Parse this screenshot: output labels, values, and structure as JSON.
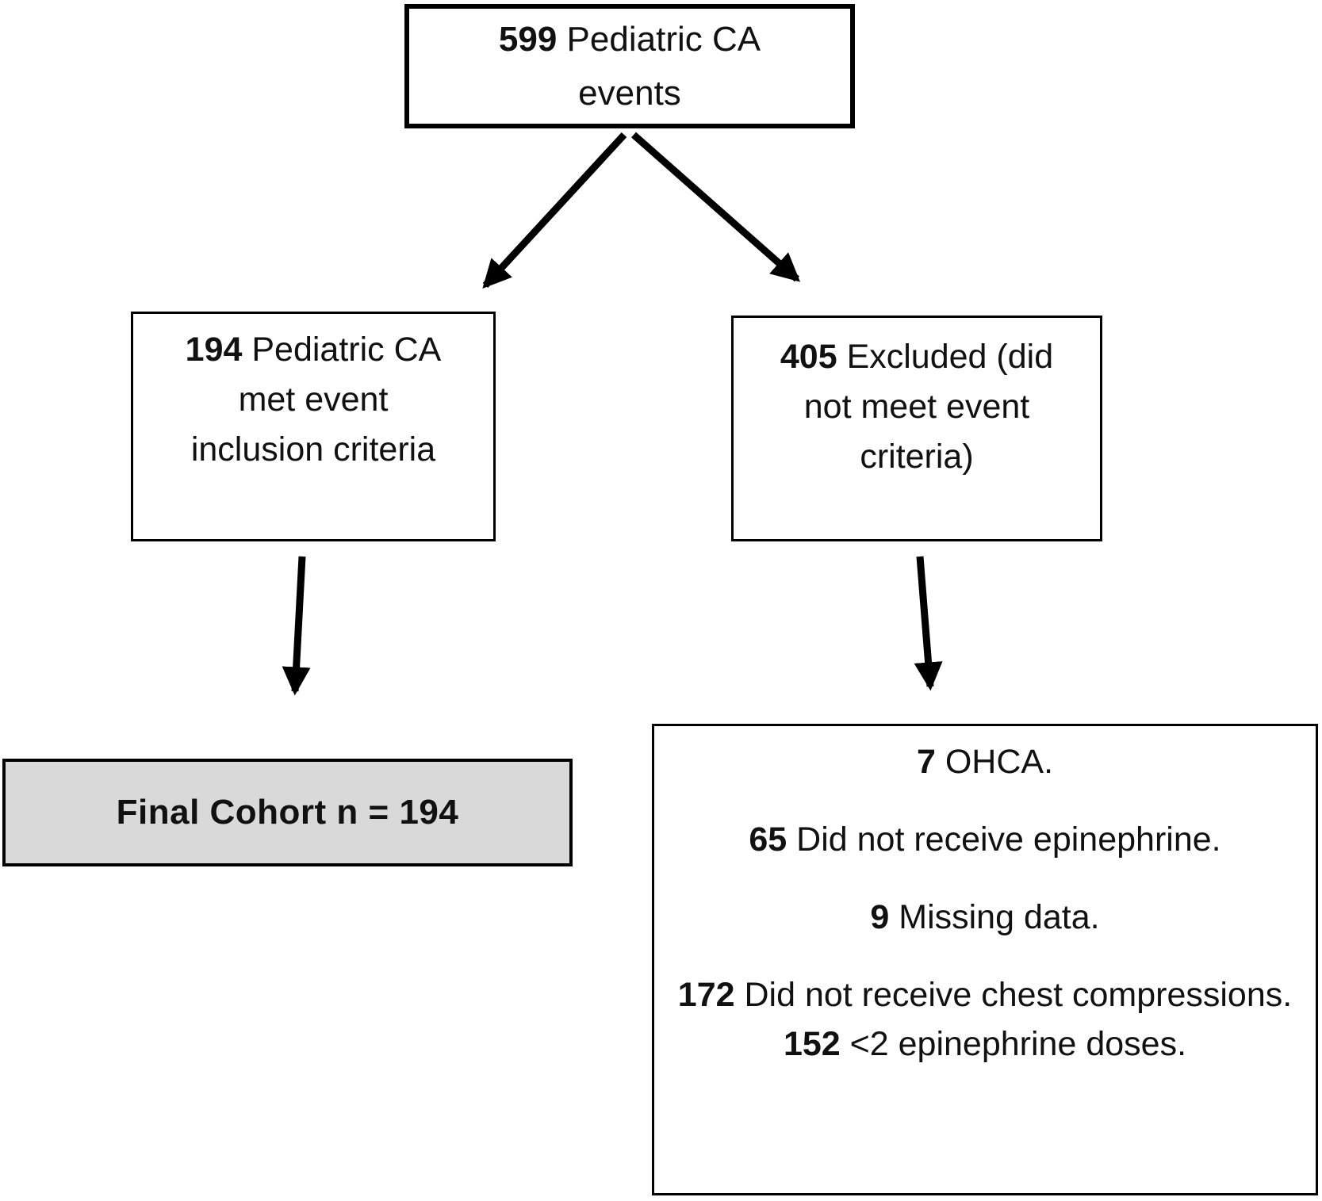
{
  "diagram": {
    "type": "cohort-flowchart",
    "nodes": {
      "total": {
        "lines": [
          {
            "b": "599",
            "t": " Pediatric CA"
          },
          {
            "b": "",
            "t": "events"
          }
        ]
      },
      "included": {
        "lines": [
          {
            "b": "194",
            "t": " Pediatric CA"
          },
          {
            "b": "",
            "t": "met event"
          },
          {
            "b": "",
            "t": "inclusion criteria"
          }
        ]
      },
      "excluded": {
        "lines": [
          {
            "b": "405",
            "t": " Excluded (did"
          },
          {
            "b": "",
            "t": "not meet event"
          },
          {
            "b": "",
            "t": "criteria)"
          }
        ]
      },
      "final": {
        "text": "Final Cohort n = 194"
      },
      "exclusion_details": {
        "items": [
          {
            "b": "7",
            "t": " OHCA."
          },
          {
            "b": "65",
            "t": " Did not receive epinephrine."
          },
          {
            "b": "9",
            "t": " Missing data."
          },
          {
            "b": "172",
            "t": " Did not receive chest compressions."
          },
          {
            "b": "152",
            "t": " <2 epinephrine doses."
          }
        ]
      }
    },
    "edges": [
      "total -> included",
      "total -> excluded",
      "included -> final",
      "excluded -> exclusion_details"
    ],
    "colors": {
      "border": "#000000",
      "arrow": "#000000",
      "text": "#111111",
      "box_fill": "#ffffff",
      "final_box_fill": "#d9d9d9"
    }
  }
}
